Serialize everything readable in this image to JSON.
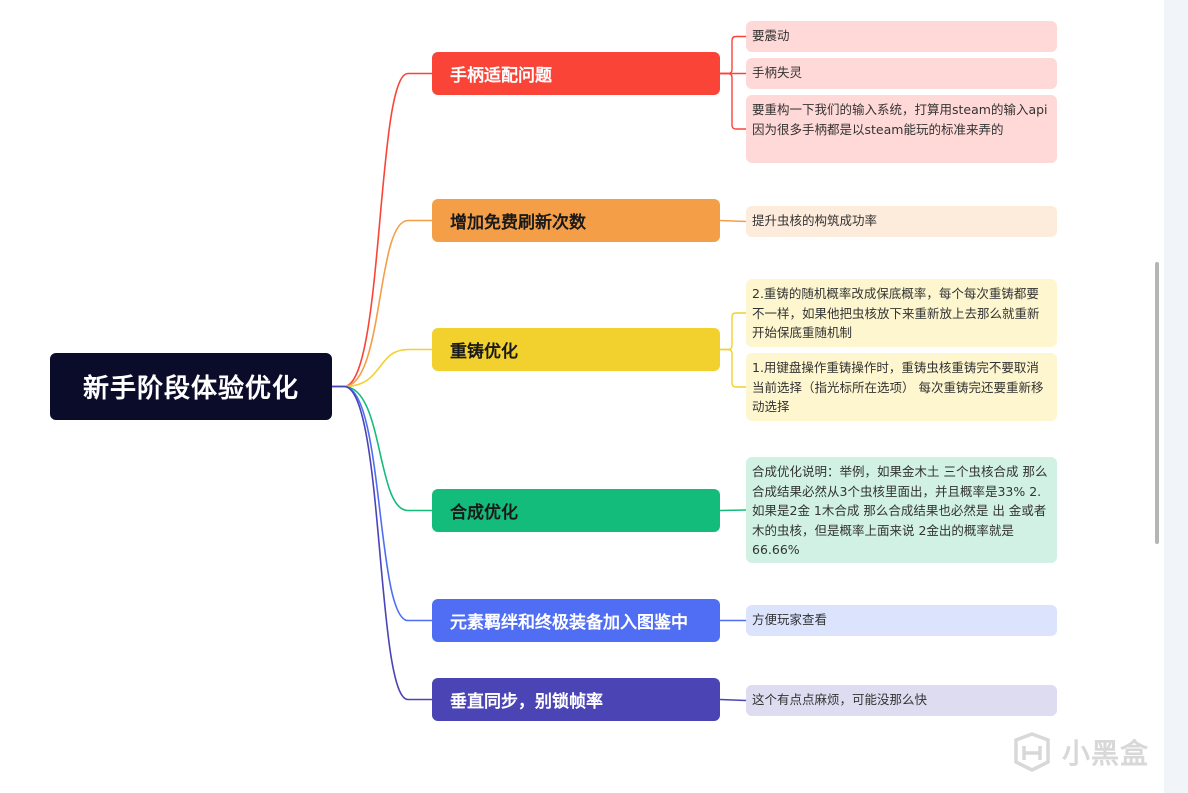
{
  "root": {
    "title": "新手阶段体验优化"
  },
  "branches": [
    {
      "id": "b0",
      "label": "手柄适配问题",
      "color": "#fb4438",
      "text_color": "#ffffff",
      "leaf_bg": "#fed9d7",
      "leaves": [
        "要震动",
        "手柄失灵",
        "要重构一下我们的输入系统，打算用steam的输入api 因为很多手柄都是以steam能玩的标准来弄的"
      ]
    },
    {
      "id": "b1",
      "label": "增加免费刷新次数",
      "color": "#f59e48",
      "text_color": "#1a1a1a",
      "leaf_bg": "#fdebdb",
      "leaves": [
        "提升虫核的构筑成功率"
      ]
    },
    {
      "id": "b2",
      "label": "重铸优化",
      "color": "#f2d02d",
      "text_color": "#1a1a1a",
      "leaf_bg": "#fdf6cf",
      "leaves": [
        "2.重铸的随机概率改成保底概率，每个每次重铸都要不一样，如果他把虫核放下来重新放上去那么就重新开始保底重随机制",
        "1.用键盘操作重铸操作时，重铸虫核重铸完不要取消当前选择（指光标所在选项） 每次重铸完还要重新移动选择"
      ]
    },
    {
      "id": "b3",
      "label": "合成优化",
      "color": "#14bc7c",
      "text_color": "#1a1a1a",
      "leaf_bg": "#d0f1e4",
      "leaves": [
        "合成优化说明：举例，如果金木土 三个虫核合成 那么 合成结果必然从3个虫核里面出，并且概率是33%  2.如果是2金 1木合成 那么合成结果也必然是 出 金或者木的虫核，但是概率上面来说 2金出的概率就是66.66%"
      ]
    },
    {
      "id": "b4",
      "label": "元素羁绊和终极装备加入图鉴中",
      "color": "#4f6ef3",
      "text_color": "#ffffff",
      "leaf_bg": "#dbe3fd",
      "leaves": [
        "方便玩家查看"
      ]
    },
    {
      "id": "b5",
      "label": "垂直同步，别锁帧率",
      "color": "#4b44b5",
      "text_color": "#ffffff",
      "leaf_bg": "#dddcf0",
      "leaves": [
        "这个有点点麻烦，可能没那么快"
      ]
    }
  ],
  "watermark": {
    "text": "小黑盒"
  }
}
